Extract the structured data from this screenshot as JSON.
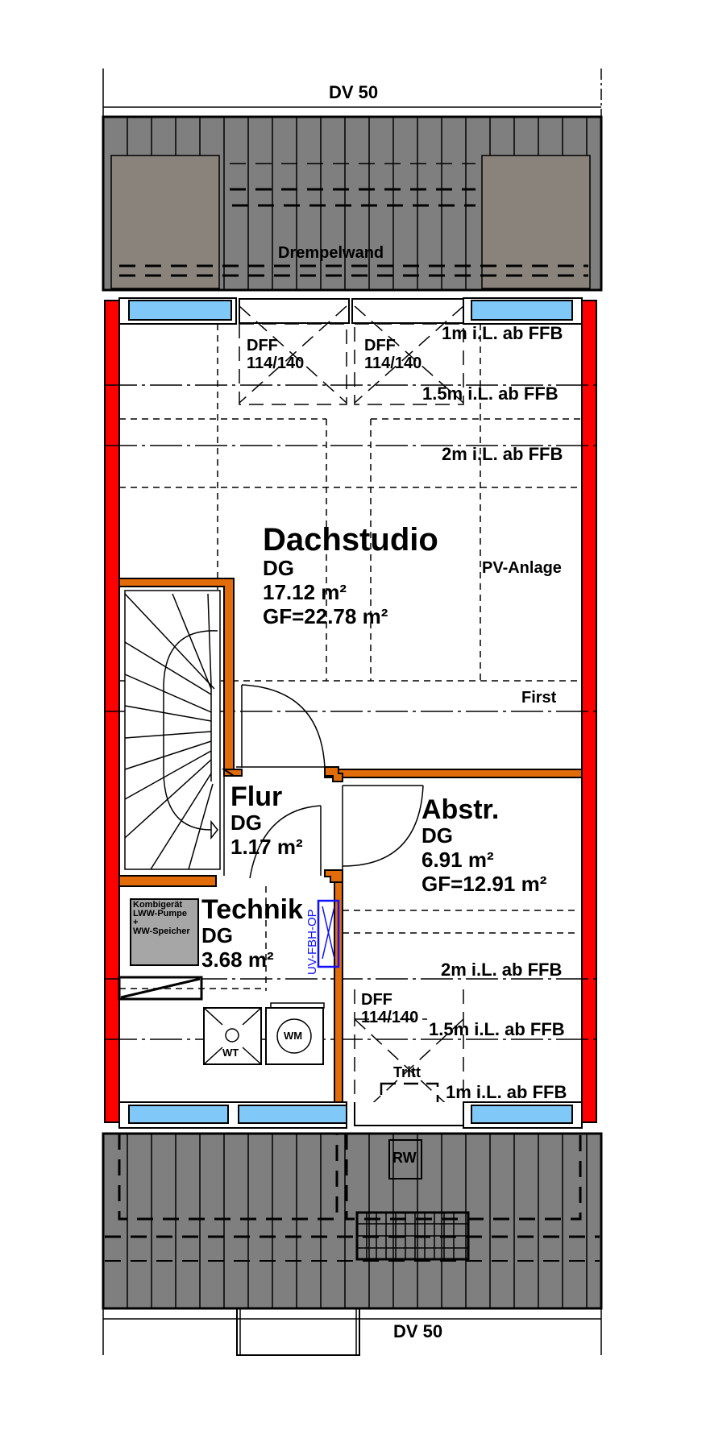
{
  "plan": {
    "level": "DG",
    "dimension_top": "DV 50",
    "dimension_bottom": "DV 50",
    "knee_wall_label": "Drempelwand",
    "ridge_label": "First",
    "pv_label": "PV-Anlage",
    "height_lines": {
      "top_1m": "1m i.L. ab FFB",
      "top_1_5m": "1.5m i.L. ab FFB",
      "top_2m": "2m i.L. ab FFB",
      "bottom_2m": "2m i.L. ab FFB",
      "bottom_1_5m": "1.5m i.L. ab FFB",
      "bottom_1m": "1m i.L. ab FFB"
    },
    "skylights": [
      {
        "type": "DFF",
        "size": "114/140"
      },
      {
        "type": "DFF",
        "size": "114/140"
      },
      {
        "type": "DFF",
        "size": "114/140"
      }
    ],
    "step_label": "Tritt",
    "rooms": [
      {
        "name": "Dachstudio",
        "level": "DG",
        "area": "17.12 m²",
        "gross_area": "GF=22.78 m²"
      },
      {
        "name": "Flur",
        "level": "DG",
        "area": "1.17 m²"
      },
      {
        "name": "Abstr.",
        "level": "DG",
        "area": "6.91 m²",
        "gross_area": "GF=12.91 m²"
      },
      {
        "name": "Technik",
        "level": "DG",
        "area": "3.68 m²"
      }
    ],
    "equipment": {
      "heat_pump_line1": "Kombigerät",
      "heat_pump_line2": "LWW-Pumpe",
      "heat_pump_line3": "+",
      "heat_pump_line4": "WW-Speicher",
      "dryer": "WT",
      "washer": "WM",
      "distributor": "UV-FBH-OP",
      "rain_water": "RW"
    },
    "colors": {
      "roof": "#7f7f7f",
      "roof_panel": "#8a837b",
      "exterior_wall": "#ff0000",
      "interior_wall": "#e36c0a",
      "window_glass": "#80c8f8",
      "annotation_blue": "#1010ff",
      "equipment_fill": "#a6a6a6"
    }
  }
}
